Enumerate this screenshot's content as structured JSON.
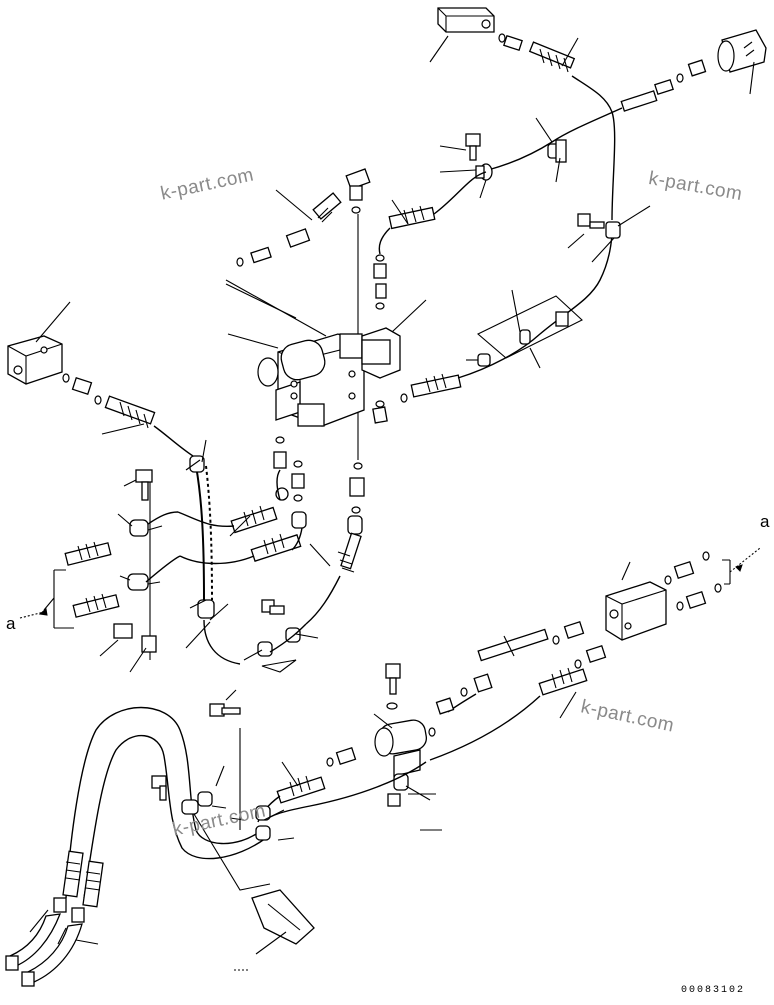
{
  "watermarks": [
    "k-part.com",
    "k-part.com",
    "k-part.com",
    "k-part.com"
  ],
  "reference_letters": [
    "a",
    "a"
  ],
  "drawing_code": "00083102"
}
